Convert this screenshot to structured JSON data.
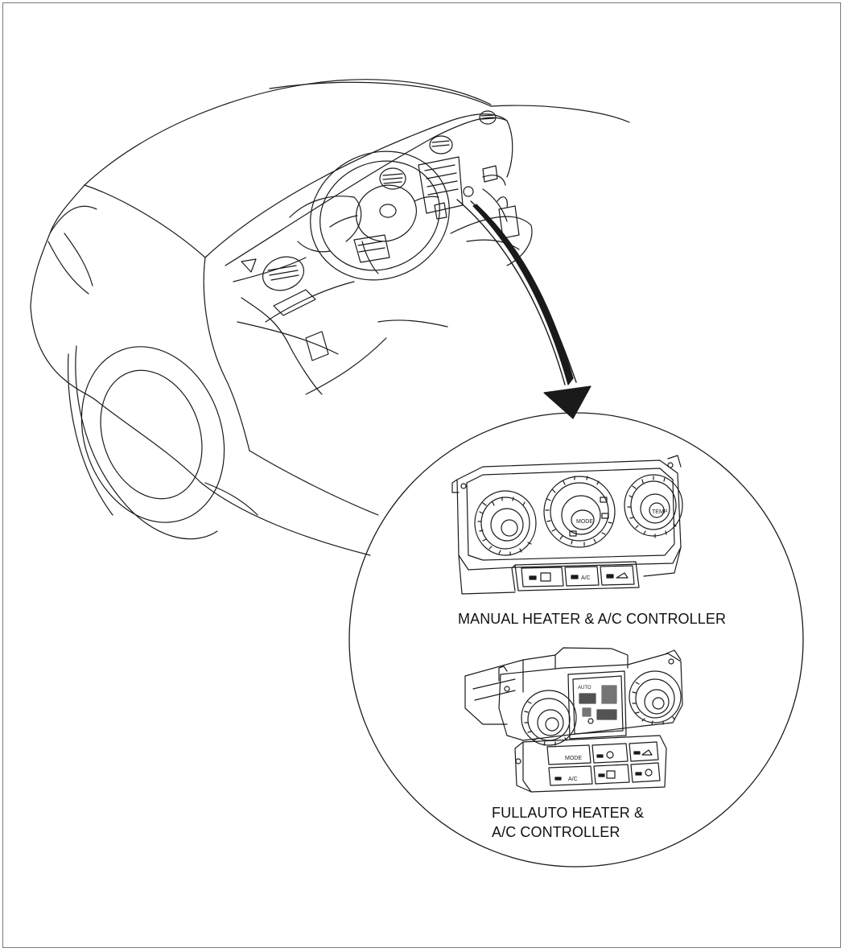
{
  "captions": {
    "manual_controller": "MANUAL HEATER & A/C CONTROLLER",
    "fullauto_line1": "FULLAUTO HEATER &",
    "fullauto_line2": "A/C CONTROLLER"
  },
  "panel_labels": {
    "manual_mode_knob": "MODE",
    "manual_temp_knob": "TEMP",
    "manual_ac_button": "A/C",
    "fullauto_mode_button": "MODE",
    "fullauto_ac_button": "A/C",
    "fullauto_display_auto": "AUTO"
  },
  "colors": {
    "line": "#1a1a1a",
    "frame": "#7a7a7a",
    "background": "#ffffff"
  }
}
